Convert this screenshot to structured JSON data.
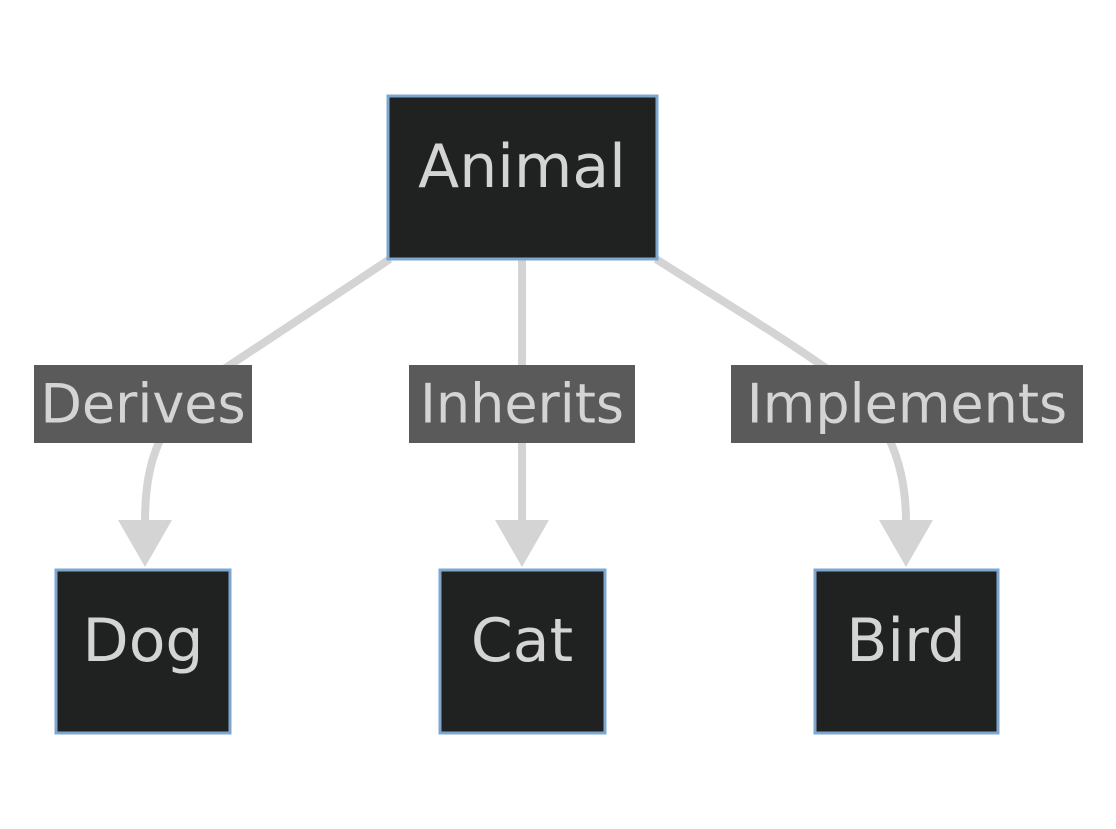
{
  "colors": {
    "node_fill": "#202221",
    "node_border": "#7ea7cf",
    "node_text": "#d4d4d4",
    "edge": "#d4d4d4",
    "label_bg": "#5a5a5a",
    "label_text": "#d4d4d4"
  },
  "nodes": {
    "animal": "Animal",
    "dog": "Dog",
    "cat": "Cat",
    "bird": "Bird"
  },
  "edges": [
    {
      "from": "Animal",
      "to": "Dog",
      "label": "Derives"
    },
    {
      "from": "Animal",
      "to": "Cat",
      "label": "Inherits"
    },
    {
      "from": "Animal",
      "to": "Bird",
      "label": "Implements"
    }
  ]
}
